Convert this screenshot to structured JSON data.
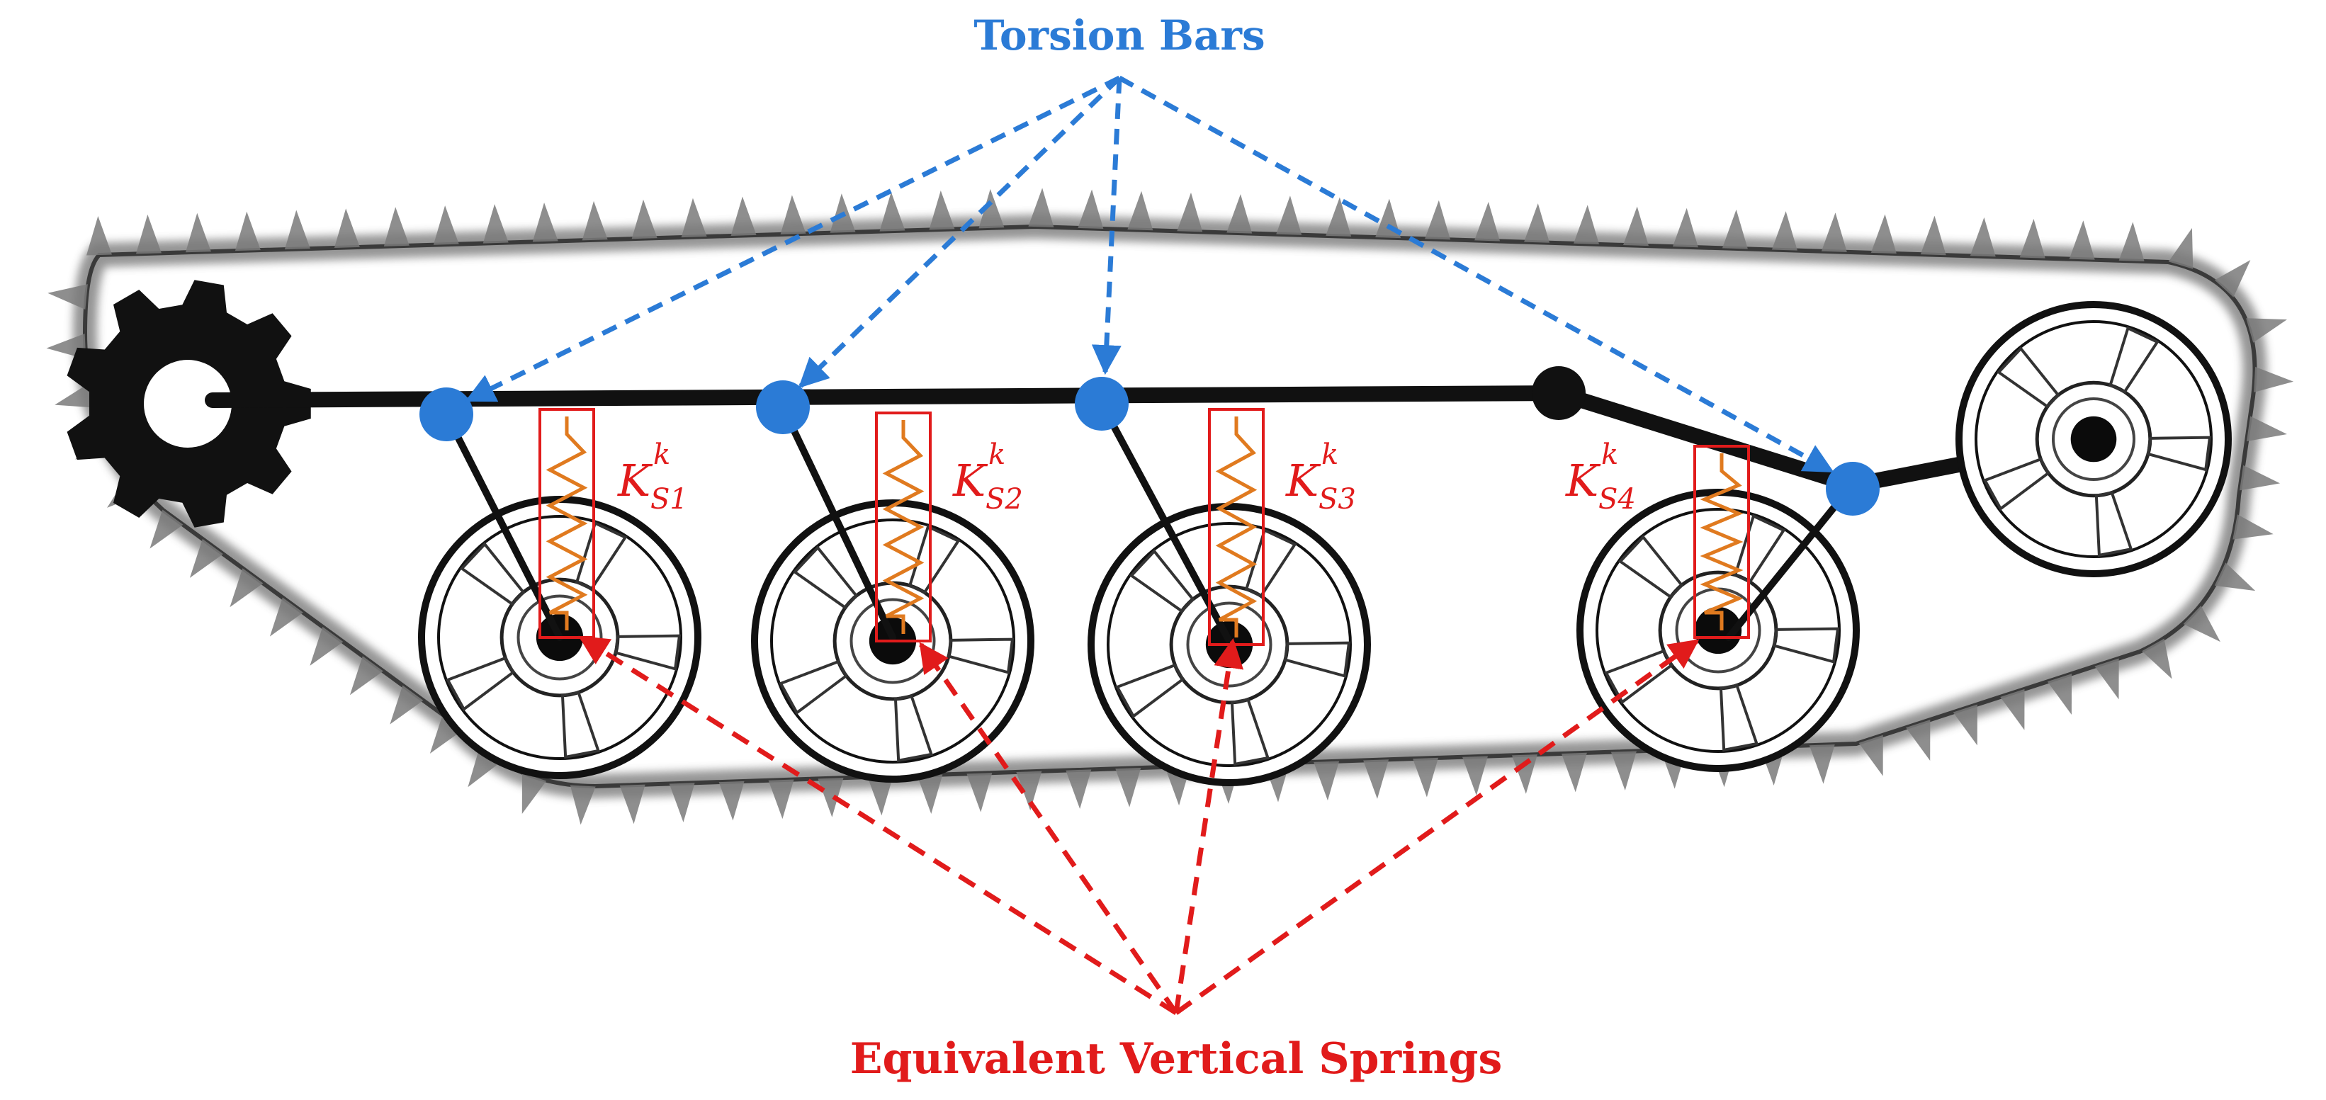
{
  "diagram": {
    "top_callout": "Torsion Bars",
    "bottom_callout": "Equivalent Vertical Springs",
    "spring_labels": [
      {
        "main": "K",
        "sup": "k",
        "sub": "S1"
      },
      {
        "main": "K",
        "sup": "k",
        "sub": "S2"
      },
      {
        "main": "K",
        "sup": "k",
        "sub": "S3"
      },
      {
        "main": "K",
        "sup": "k",
        "sub": "S4"
      }
    ],
    "colors": {
      "torsion_blue": "#2b7bd6",
      "spring_red": "#e11b1b",
      "spring_orange": "#e07a1f",
      "track_gray": "#8a8a8a",
      "structure_black": "#111111"
    }
  }
}
